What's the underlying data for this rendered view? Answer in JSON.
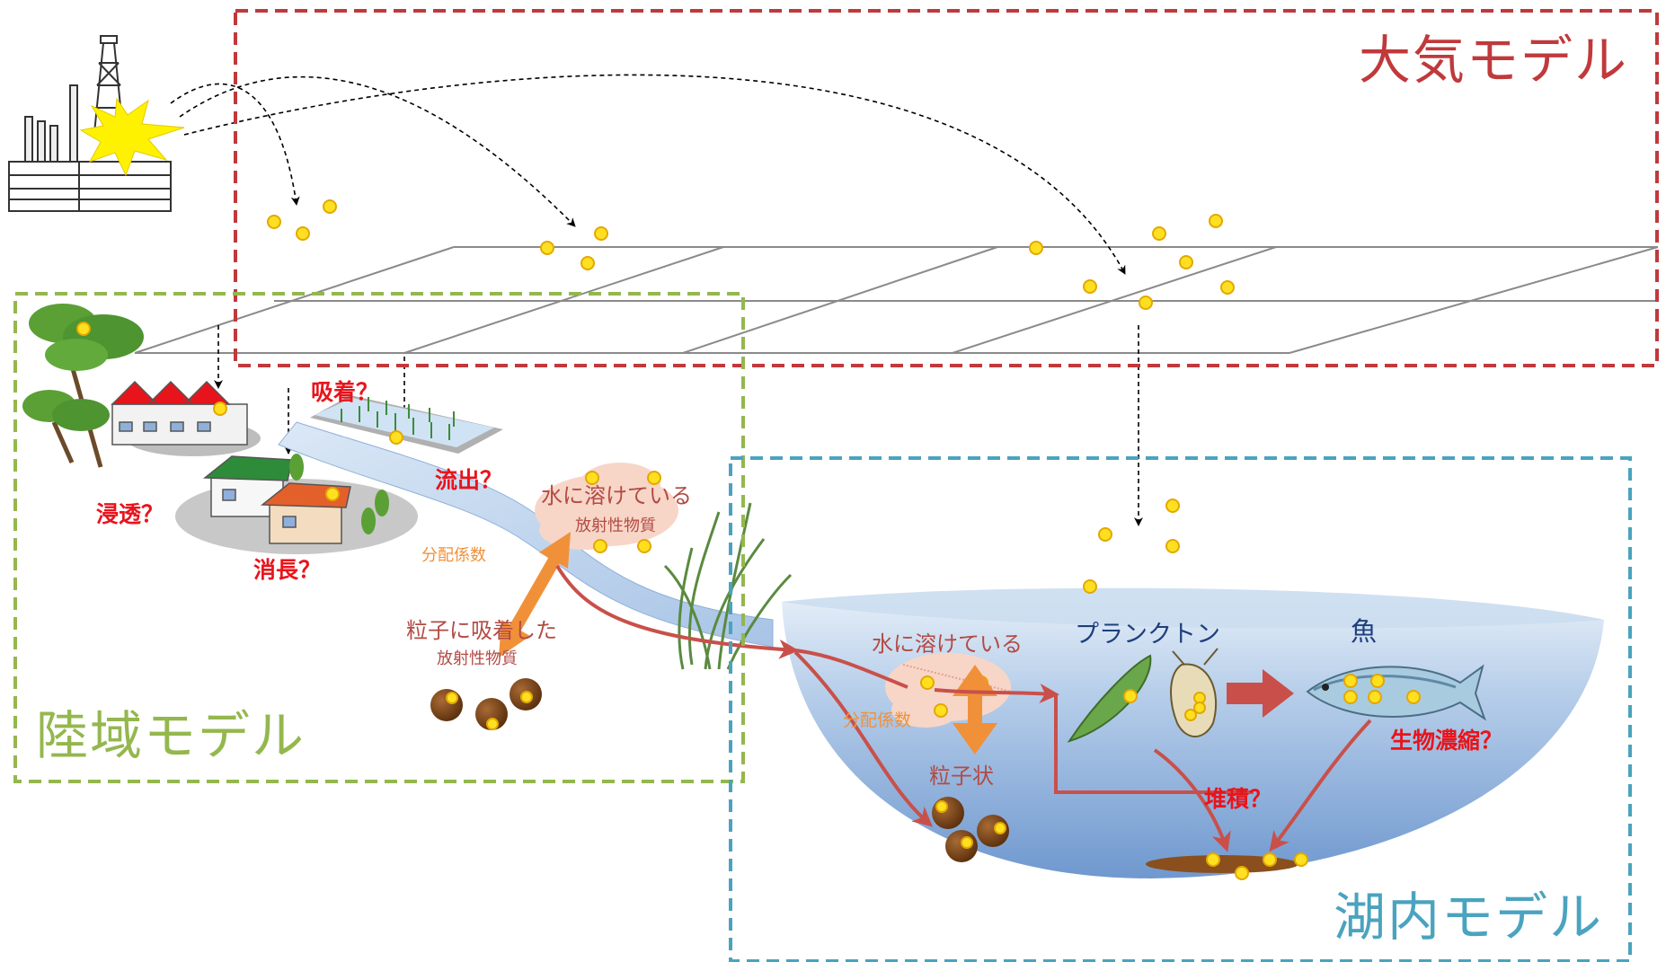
{
  "models": {
    "atmosphere": {
      "title": "大気モデル",
      "color": "#c0393b"
    },
    "land": {
      "title": "陸域モデル",
      "color": "#94b74e"
    },
    "lake": {
      "title": "湖内モデル",
      "color": "#4aa3bf"
    }
  },
  "land_labels": {
    "adsorption": "吸着？",
    "infiltration": "浸透？",
    "outflow": "流出？",
    "decay": "消長？"
  },
  "transport_labels": {
    "dissolved": "水に溶けている",
    "dissolved_sub": "放射性物質",
    "partition": "分配係数",
    "particle_bound": "粒子に吸着した",
    "particle_bound_sub": "放射性物質"
  },
  "lake_labels": {
    "dissolved": "水に溶けている",
    "partition": "分配係数",
    "particulate": "粒子状",
    "plankton": "プランクトン",
    "fish": "魚",
    "bioconcentration": "生物濃縮？",
    "sedimentation": "堆積？"
  },
  "colors": {
    "particle": "#ffe020",
    "particle_edge": "#e3a800",
    "arrow": "#c9504a",
    "partition_arrow": "#f0913a",
    "lake_water": "#9dbde4",
    "sediment": "#8a4f1d"
  }
}
